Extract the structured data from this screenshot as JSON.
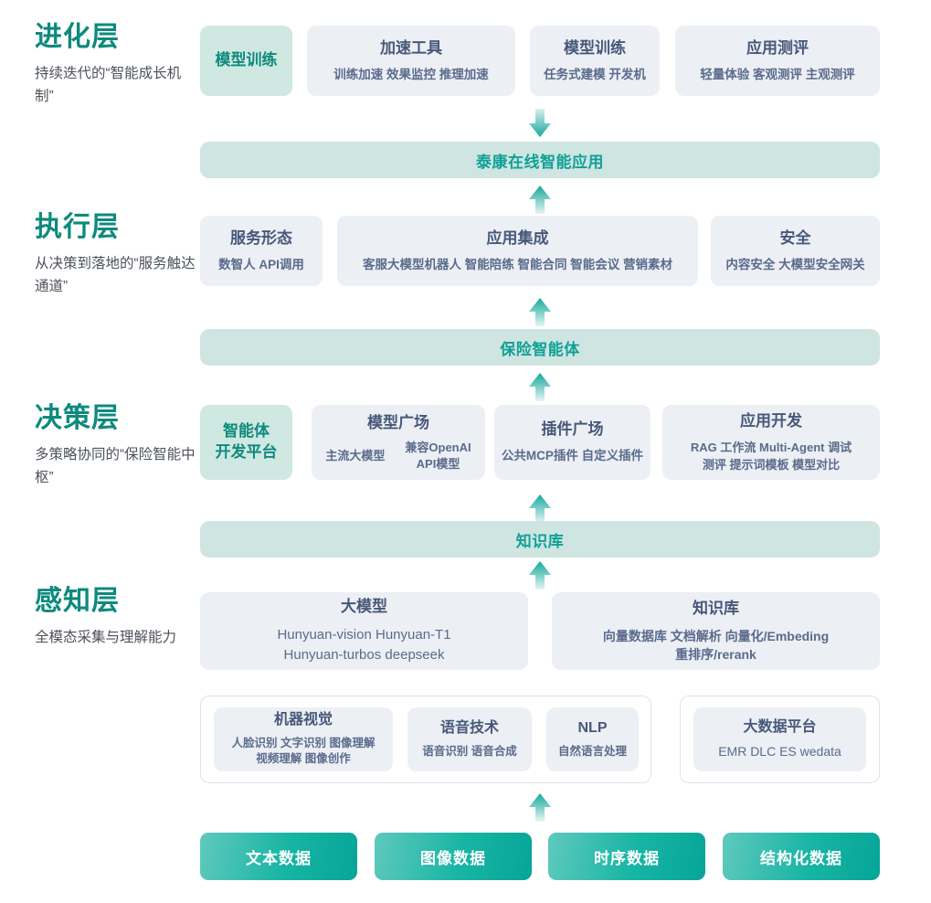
{
  "layers": [
    {
      "id": "evolution",
      "title": "进化层",
      "desc": "持续迭代的“智能成长机制”"
    },
    {
      "id": "execution",
      "title": "执行层",
      "desc": "从决策到落地的“服务触达通道”"
    },
    {
      "id": "decision",
      "title": "决策层",
      "desc": "多策略协同的“保险智能中枢”"
    },
    {
      "id": "perception",
      "title": "感知层",
      "desc": "全模态采集与理解能力"
    }
  ],
  "evolution_cards": [
    {
      "title": "模型训练",
      "sub": "",
      "highlight": true
    },
    {
      "title": "加速工具",
      "sub": "训练加速 效果监控 推理加速",
      "highlight": false
    },
    {
      "title": "模型训练",
      "sub": "任务式建模 开发机",
      "highlight": false
    },
    {
      "title": "应用测评",
      "sub": "轻量体验 客观测评 主观测评",
      "highlight": false
    }
  ],
  "banner_app": "泰康在线智能应用",
  "execution_cards": [
    {
      "title": "服务形态",
      "sub": "数智人  API调用",
      "highlight": false
    },
    {
      "title": "应用集成",
      "sub": "客服大模型机器人 智能陪练 智能合同 智能会议 营销素材",
      "highlight": false
    },
    {
      "title": "安全",
      "sub": "内容安全 大模型安全网关",
      "highlight": false
    }
  ],
  "banner_agent": "保险智能体",
  "decision_cards": [
    {
      "title": "智能体\n开发平台",
      "sub": "",
      "highlight": true
    },
    {
      "title": "模型广场",
      "sub_items": [
        "主流大模型",
        "兼容OpenAI\nAPI模型"
      ],
      "highlight": false
    },
    {
      "title": "插件广场",
      "sub": "公共MCP插件 自定义插件",
      "highlight": false
    },
    {
      "title": "应用开发",
      "sub": "RAG 工作流 Multi-Agent 调试\n测评 提示词模板 模型对比",
      "highlight": false
    }
  ],
  "banner_kb": "知识库",
  "perception_cards": [
    {
      "title": "大模型",
      "sub": "Hunyuan-vision Hunyuan-T1\nHunyuan-turbos deepseek",
      "highlight": false
    },
    {
      "title": "知识库",
      "sub": "向量数据库 文档解析 向量化/Embeding\n重排序/rerank",
      "highlight": false
    }
  ],
  "tech_cards": [
    {
      "title": "机器视觉",
      "sub": "人脸识别 文字识别 图像理解\n视频理解 图像创作"
    },
    {
      "title": "语音技术",
      "sub": "语音识别 语音合成"
    },
    {
      "title": "NLP",
      "sub": "自然语言处理"
    }
  ],
  "bigdata_card": {
    "title": "大数据平台",
    "sub": "EMR DLC ES wedata"
  },
  "data_chips": [
    {
      "label": "文本数据"
    },
    {
      "label": "图像数据"
    },
    {
      "label": "时序数据"
    },
    {
      "label": "结构化数据"
    }
  ],
  "colors": {
    "accent_green": "#0e8a7d",
    "banner_bg": "#cfe5e2",
    "card_bg": "#eceff4",
    "card_mint_bg": "#cfe8e2",
    "card_title": "#46587a",
    "chip_gradient_start": "#5fc9bd",
    "chip_gradient_end": "#05a598"
  },
  "icons": {
    "arrow_down": "arrow-down-icon",
    "arrow_up": "arrow-up-icon"
  }
}
